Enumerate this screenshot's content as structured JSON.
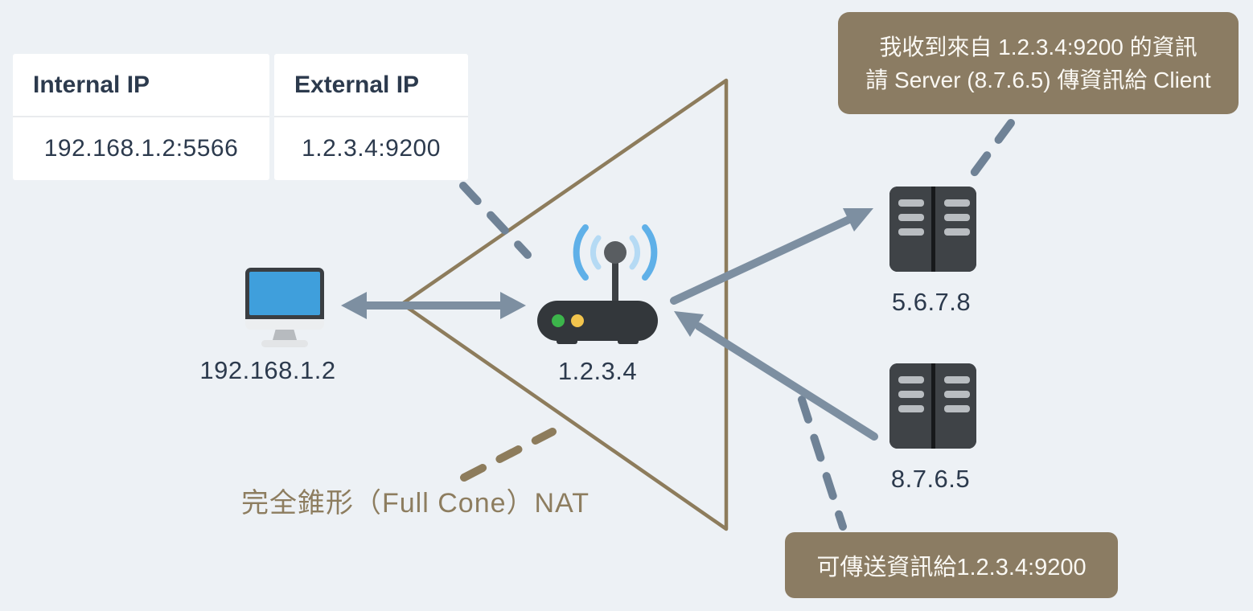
{
  "title": {
    "text": "完全錐形（Full Cone）NAT"
  },
  "table": {
    "columns": [
      {
        "header": "Internal IP",
        "value": "192.168.1.2:5566"
      },
      {
        "header": "External IP",
        "value": "1.2.3.4:9200"
      }
    ]
  },
  "nodes": {
    "client": {
      "label": "192.168.1.2",
      "icon": "desktop-monitor-icon"
    },
    "router": {
      "label": "1.2.3.4",
      "icon": "wifi-router-icon"
    },
    "server_top": {
      "label": "5.6.7.8",
      "icon": "server-rack-icon"
    },
    "server_bottom": {
      "label": "8.7.6.5",
      "icon": "server-rack-icon"
    }
  },
  "callouts": {
    "router_note": {
      "line1": "我收到來自 1.2.3.4:9200 的資訊",
      "line2": "請 Server (8.7.6.5) 傳資訊給 Client"
    },
    "server_note": {
      "text": "可傳送資訊給1.2.3.4:9200"
    }
  },
  "colors": {
    "background": "#edf1f5",
    "card": "#ffffff",
    "text_dark": "#2c3a4d",
    "accent_brown": "#8b7c63",
    "arrow_slate": "#7d8fa1",
    "cone_brown": "#8d7c5c",
    "screen_blue": "#3f9fdc",
    "device_dark": "#33373b",
    "led_green": "#3cb54b",
    "led_yellow": "#f2c44d",
    "wifi_blue": "#5fb0e8",
    "wifi_light_blue": "#b5daf4"
  }
}
